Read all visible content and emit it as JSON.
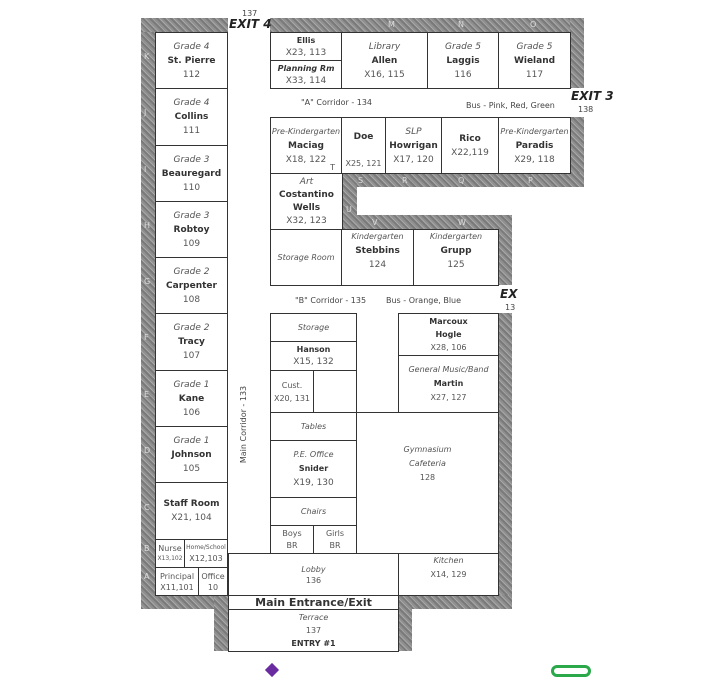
{
  "exits": {
    "exit4": "EXIT 4",
    "exit4_num": "137",
    "exit3": "EXIT 3",
    "exit3_num": "138",
    "exit2": "EX",
    "exit2_num": "13"
  },
  "corridors": {
    "a": "\"A\" Corridor - 134",
    "a_bus": "Bus - Pink, Red, Green",
    "b": "\"B\" Corridor - 135",
    "b_bus": "Bus - Orange, Blue",
    "main": "Main Corridor - 133"
  },
  "wall_letters": [
    "K",
    "J",
    "I",
    "H",
    "G",
    "F",
    "E",
    "D",
    "C",
    "B",
    "A",
    "M",
    "N",
    "O",
    "S",
    "R",
    "Q",
    "P",
    "U",
    "V",
    "W"
  ],
  "rooms": {
    "st_pierre": [
      "Grade 4",
      "St. Pierre",
      "112"
    ],
    "collins": [
      "Grade 4",
      "Collins",
      "111"
    ],
    "beauregard": [
      "Grade 3",
      "Beauregard",
      "110"
    ],
    "robtoy": [
      "Grade 3",
      "Robtoy",
      "109"
    ],
    "carpenter": [
      "Grade 2",
      "Carpenter",
      "108"
    ],
    "tracy": [
      "Grade 2",
      "Tracy",
      "107"
    ],
    "kane": [
      "Grade 1",
      "Kane",
      "106"
    ],
    "johnson": [
      "Grade 1",
      "Johnson",
      "105"
    ],
    "staff": [
      "Staff Room",
      "X21, 104"
    ],
    "nurse": [
      "Nurse",
      "X13,102"
    ],
    "homeschool": [
      "Home/School",
      "X12,103"
    ],
    "principal": [
      "Principal",
      "X11,101"
    ],
    "office": [
      "Office",
      "10"
    ],
    "ellis": [
      "Ellis",
      "X23, 113"
    ],
    "planning": [
      "Planning Rm",
      "X33, 114"
    ],
    "library": [
      "Library",
      "Allen",
      "X16, 115"
    ],
    "laggis": [
      "Grade 5",
      "Laggis",
      "116"
    ],
    "wieland": [
      "Grade 5",
      "Wieland",
      "117"
    ],
    "maciag": [
      "Pre-Kindergarten",
      "Maciag",
      "X18, 122",
      "T"
    ],
    "doe": [
      "Doe",
      "X25, 121"
    ],
    "howrigan": [
      "SLP",
      "Howrigan",
      "X17, 120"
    ],
    "rico": [
      "Rico",
      "X22,119"
    ],
    "paradis": [
      "Pre-Kindergarten",
      "Paradis",
      "X29, 118"
    ],
    "art": [
      "Art",
      "Costantino",
      "Wells",
      "X32, 123"
    ],
    "storage_room": [
      "Storage Room"
    ],
    "stebbins": [
      "Kindergarten",
      "Stebbins",
      "124"
    ],
    "grupp": [
      "Kindergarten",
      "Grupp",
      "125"
    ],
    "storage": [
      "Storage"
    ],
    "hanson": [
      "Hanson",
      "X15, 132"
    ],
    "cust": [
      "Cust.",
      "X20, 131"
    ],
    "tables": [
      "Tables"
    ],
    "pe": [
      "P.E. Office",
      "Snider",
      "X19, 130"
    ],
    "chairs": [
      "Chairs"
    ],
    "boys": [
      "Boys",
      "BR"
    ],
    "girls": [
      "Girls",
      "BR"
    ],
    "marcoux": [
      "Marcoux",
      "Hogle",
      "X28, 106"
    ],
    "music": [
      "General Music/Band",
      "Martin",
      "X27, 127"
    ],
    "gym": [
      "Gymnasium",
      "Cafeteria",
      "128"
    ],
    "lobby": [
      "Lobby",
      "136"
    ],
    "kitchen": [
      "Kitchen",
      "X14, 129"
    ],
    "main_entrance": "Main Entrance/Exit",
    "terrace": [
      "Terrace",
      "137",
      "ENTRY #1"
    ]
  }
}
